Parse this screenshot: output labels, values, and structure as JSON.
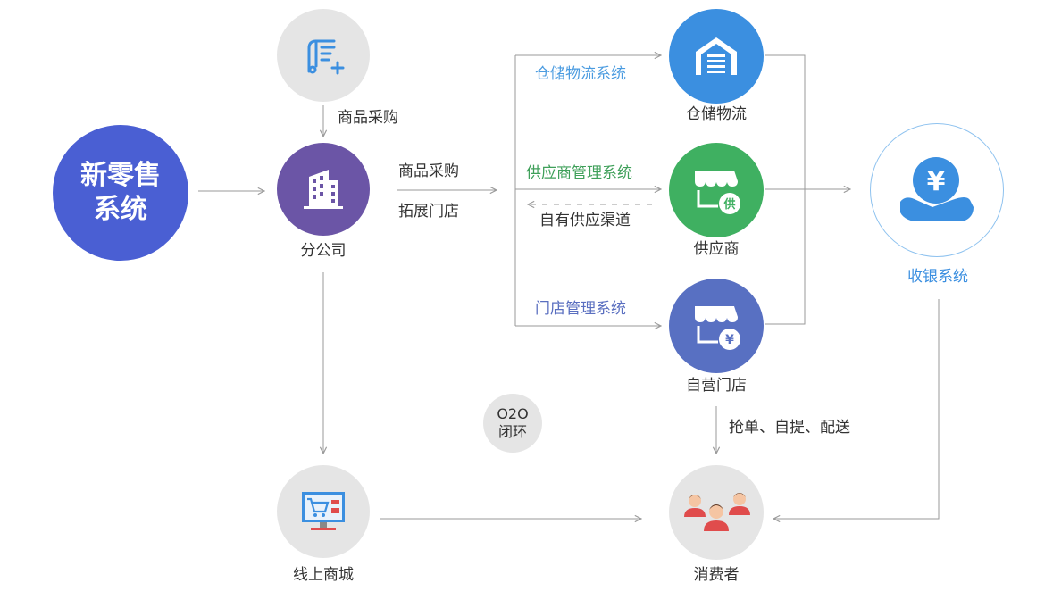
{
  "core": {
    "line1": "新零售",
    "line2": "系统"
  },
  "nodes": {
    "procure_icon_label": "商品采购",
    "branch": "分公司",
    "warehouse": "仓储物流",
    "supplier": "供应商",
    "self_store": "自营门店",
    "cashier": "收银系统",
    "online_mall": "线上商城",
    "consumer": "消费者"
  },
  "edges": {
    "branch_out_1": "商品采购",
    "branch_out_2": "拓展门店",
    "warehouse_system": "仓储物流系统",
    "supplier_system": "供应商管理系统",
    "own_channel": "自有供应渠道",
    "store_system": "门店管理系统",
    "store_to_consumer": "抢单、自提、配送"
  },
  "o2o": {
    "line1": "O2O",
    "line2": "闭环"
  },
  "supplier_badge": "供",
  "store_badge": "¥",
  "cashier_symbol": "¥",
  "colors": {
    "core": "#4a5fd3",
    "branch": "#6b55a6",
    "warehouse": "#3b8fe0",
    "supplier": "#3fb061",
    "self_store": "#5870c2",
    "cashier_label": "#3b8fe0",
    "grey_node": "#e5e5e5",
    "system_blue": "#4a9be0",
    "system_green": "#3fa05a",
    "system_store": "#5a6fc0",
    "arrow": "#9a9a9a"
  },
  "icons": {
    "procure": "clipboard-plus-icon",
    "branch": "building-icon",
    "warehouse": "warehouse-icon",
    "supplier": "shop-supplier-icon",
    "self_store": "shop-yen-icon",
    "cashier": "hand-yen-icon",
    "online_mall": "monitor-cart-icon",
    "consumer": "people-icon"
  }
}
